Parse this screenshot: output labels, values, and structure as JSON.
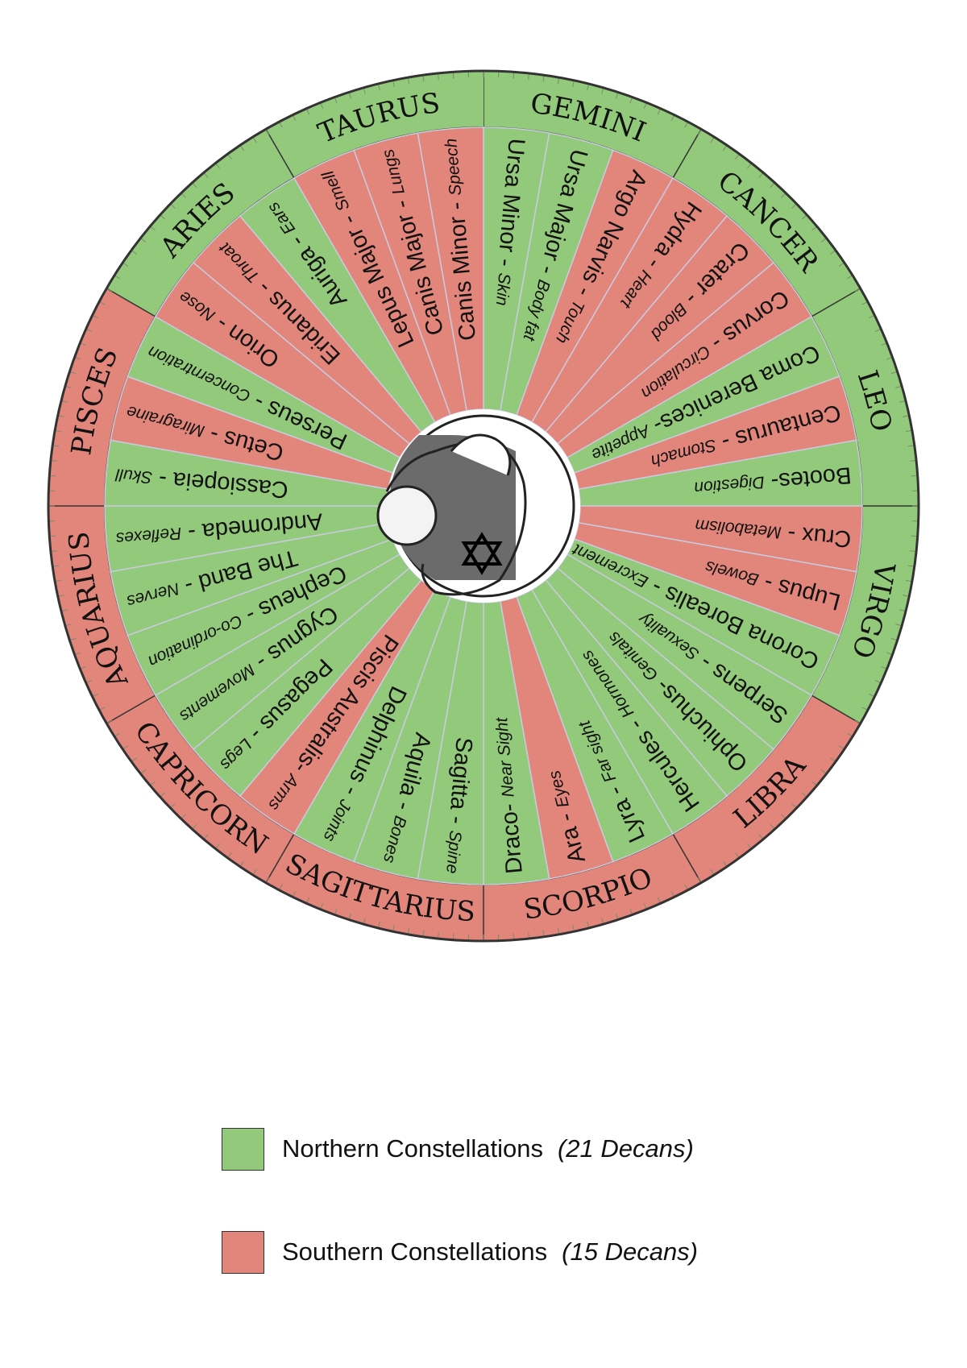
{
  "colors": {
    "north": "#93c97a",
    "south": "#e2857a",
    "divider": "#c9cbe0",
    "ring": "#333333"
  },
  "signs": [
    {
      "name": "GEMINI",
      "start": 0,
      "type": "north"
    },
    {
      "name": "CANCER",
      "start": 30,
      "type": "north"
    },
    {
      "name": "LEO",
      "start": 60,
      "type": "north"
    },
    {
      "name": "VIRGO",
      "start": 90,
      "type": "north"
    },
    {
      "name": "LIBRA",
      "start": 120,
      "type": "south"
    },
    {
      "name": "SCORPIO",
      "start": 150,
      "type": "south"
    },
    {
      "name": "SAGITTARIUS",
      "start": 180,
      "type": "south"
    },
    {
      "name": "CAPRICORN",
      "start": 210,
      "type": "south"
    },
    {
      "name": "AQUARIUS",
      "start": 240,
      "type": "south"
    },
    {
      "name": "PISCES",
      "start": 270,
      "type": "south"
    },
    {
      "name": "ARIES",
      "start": 300,
      "type": "north"
    },
    {
      "name": "TAURUS",
      "start": 330,
      "type": "north"
    }
  ],
  "constellations": [
    {
      "name": "Ursa Minor",
      "sep": " - ",
      "part": "Skin",
      "type": "north"
    },
    {
      "name": "Ursa Major",
      "sep": " - ",
      "part": "Body fat",
      "type": "north"
    },
    {
      "name": "Argo Narvis",
      "sep": " - ",
      "part": "Touch",
      "type": "south"
    },
    {
      "name": "Hydra",
      "sep": " - ",
      "part": "Heart",
      "type": "south"
    },
    {
      "name": "Crater",
      "sep": " - ",
      "part": "Blood",
      "type": "south"
    },
    {
      "name": "Corvus",
      "sep": " - ",
      "part": "Circulation",
      "type": "south"
    },
    {
      "name": "Coma Berenices",
      "sep": "- ",
      "part": "Appetite",
      "type": "north"
    },
    {
      "name": "Centaurus",
      "sep": " - ",
      "part": "Stomach",
      "type": "south"
    },
    {
      "name": "Bootes",
      "sep": "- ",
      "part": "Digestion",
      "type": "north"
    },
    {
      "name": "Crux",
      "sep": " - ",
      "part": "Metabolism",
      "type": "south"
    },
    {
      "name": "Lupus",
      "sep": " - ",
      "part": "Bowels",
      "type": "south"
    },
    {
      "name": "Corona Borealis",
      "sep": " - ",
      "part": "Excrement",
      "type": "north"
    },
    {
      "name": "Serpens",
      "sep": " - ",
      "part": "Sexuality",
      "type": "north"
    },
    {
      "name": "Ophiuchus",
      "sep": "- ",
      "part": "Genitals",
      "type": "north"
    },
    {
      "name": "Hercules",
      "sep": " - ",
      "part": "Hormones",
      "type": "north"
    },
    {
      "name": "Lyra",
      "sep": " - ",
      "part": "Far sight",
      "type": "north"
    },
    {
      "name": "Ara",
      "sep": " - ",
      "part": "Eyes",
      "type": "south"
    },
    {
      "name": "Draco",
      "sep": "- ",
      "part": "Near Sight",
      "type": "north"
    },
    {
      "name": "Sagitta",
      "sep": " - ",
      "part": "Spine",
      "type": "north"
    },
    {
      "name": "Aquila",
      "sep": " - ",
      "part": "Bones",
      "type": "north"
    },
    {
      "name": "Delphinus",
      "sep": " - ",
      "part": "Joints",
      "type": "north"
    },
    {
      "name": "Piscis Australis",
      "sep": "- ",
      "part": "Arms",
      "type": "south"
    },
    {
      "name": "Pegasus",
      "sep": " - ",
      "part": "Legs",
      "type": "north"
    },
    {
      "name": "Cygnus",
      "sep": " - ",
      "part": "Movements",
      "type": "north"
    },
    {
      "name": "Cepheus",
      "sep": " - ",
      "part": "Co-ordination",
      "type": "north"
    },
    {
      "name": "The Band",
      "sep": " - ",
      "part": "Nerves",
      "type": "north"
    },
    {
      "name": "Andromeda",
      "sep": " - ",
      "part": "Reflexes",
      "type": "north"
    },
    {
      "name": "Cassiopeia",
      "sep": " - ",
      "part": "Skull",
      "type": "north"
    },
    {
      "name": "Cetus",
      "sep": " - ",
      "part": "Miragraine",
      "type": "south"
    },
    {
      "name": "Perseus",
      "sep": " - ",
      "part": "Concerntration",
      "type": "north"
    },
    {
      "name": "Orion",
      "sep": " - ",
      "part": "Nose",
      "type": "south"
    },
    {
      "name": "Eridanus",
      "sep": " - ",
      "part": "Throat",
      "type": "south"
    },
    {
      "name": "Auriga",
      "sep": " - ",
      "part": "Ears",
      "type": "north"
    },
    {
      "name": "Lepus Major",
      "sep": " - ",
      "part": "Smell",
      "type": "south"
    },
    {
      "name": "Canis Major",
      "sep": " - ",
      "part": "Lungs",
      "type": "south"
    },
    {
      "name": "Canis Minor",
      "sep": " - ",
      "part": "Speech",
      "type": "south"
    }
  ],
  "center": {
    "icon": "human-figure-with-star-of-david"
  },
  "legend": [
    {
      "label": "Northern Constellations",
      "count": "(21 Decans)",
      "type": "north"
    },
    {
      "label": "Southern Constellations",
      "count": "(15 Decans)",
      "type": "south"
    }
  ]
}
